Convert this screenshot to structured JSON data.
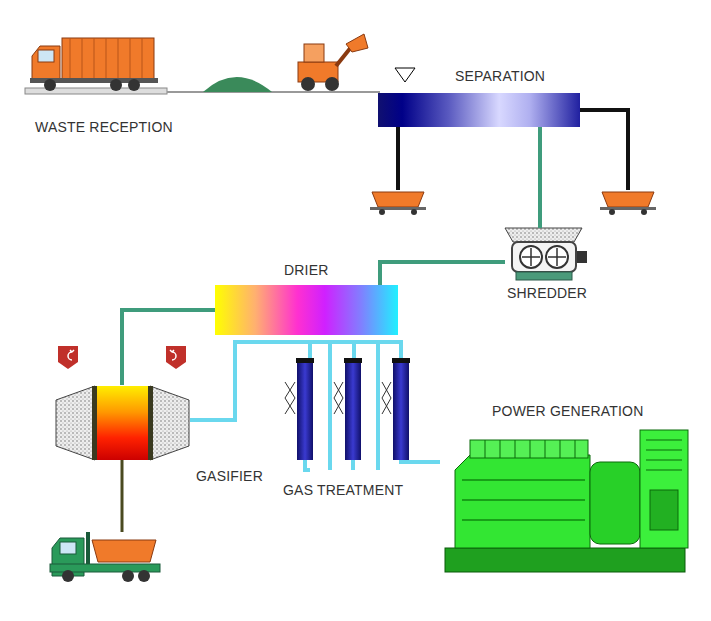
{
  "diagram": {
    "nodes": [
      {
        "text": [
          "WASTE RECEPTION"
        ]
      },
      {
        "text": [
          "SEPARATION"
        ]
      },
      {
        "text": [
          "SHREDDER"
        ]
      },
      {
        "text": [
          "DRIER"
        ]
      },
      {
        "text": [
          "GASIFIER"
        ]
      },
      {
        "text": [
          "GAS TREATMENT"
        ]
      },
      {
        "text": [
          "POWER GENERATION"
        ]
      }
    ],
    "edges": [
      {
        "from": 1,
        "to": 2,
        "arrow": "none"
      },
      {
        "from": 2,
        "to": 3,
        "arrow": "none"
      },
      {
        "from": 3,
        "to": 4,
        "arrow": "none"
      },
      {
        "from": 4,
        "to": 5,
        "arrow": "none"
      },
      {
        "from": 5,
        "to": 6,
        "arrow": "none"
      }
    ]
  }
}
